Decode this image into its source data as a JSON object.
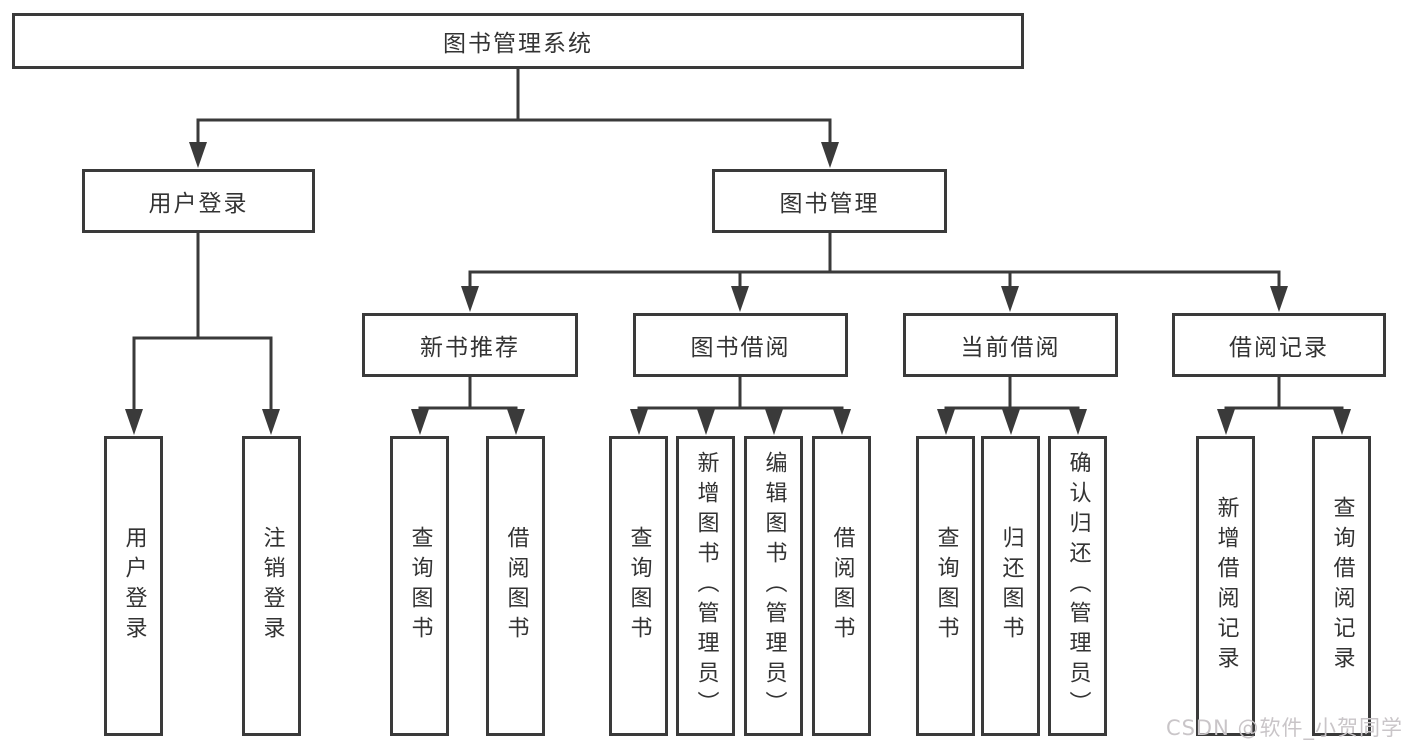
{
  "diagram": {
    "root": "图书管理系统",
    "login": {
      "label": "用户登录",
      "children": [
        "用户登录",
        "注销登录"
      ]
    },
    "management": {
      "label": "图书管理",
      "recommend": {
        "label": "新书推荐",
        "children": [
          "查询图书",
          "借阅图书"
        ]
      },
      "borrow": {
        "label": "图书借阅",
        "children": [
          "查询图书",
          "新增图书（管理员）",
          "编辑图书（管理员）",
          "借阅图书"
        ]
      },
      "current": {
        "label": "当前借阅",
        "children": [
          "查询图书",
          "归还图书",
          "确认归还（管理员）"
        ]
      },
      "records": {
        "label": "借阅记录",
        "children": [
          "新增借阅记录",
          "查询借阅记录"
        ]
      }
    }
  },
  "watermark": "CSDN @软件_小贺同学",
  "colors": {
    "line": "#3a3a3a",
    "text": "#333333",
    "watermark": "#c9c5c8",
    "background": "#ffffff"
  }
}
